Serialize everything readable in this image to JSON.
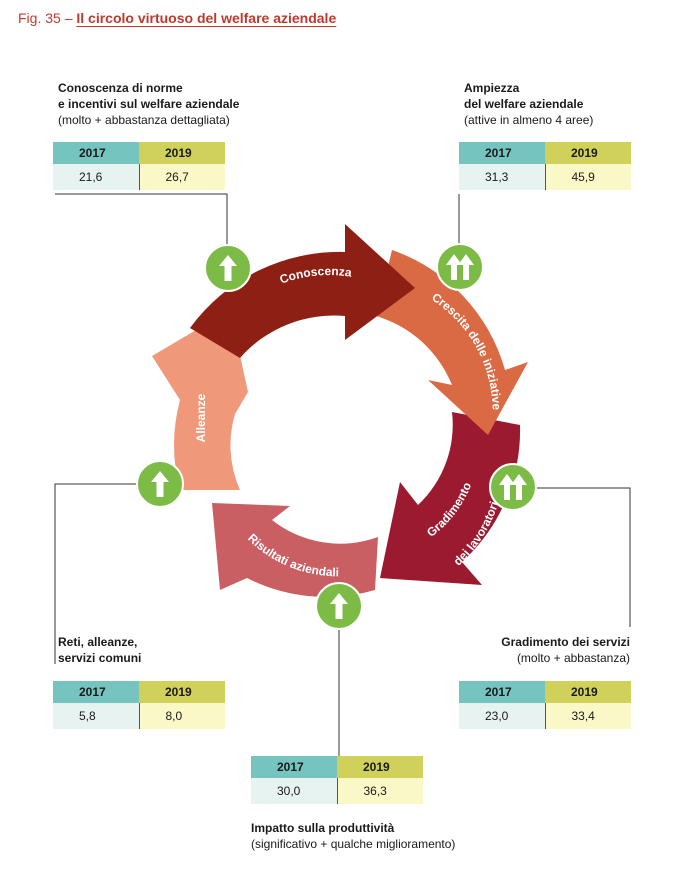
{
  "figure": {
    "number": "Fig. 35 –",
    "title": "Il circolo virtuoso del welfare aziendale"
  },
  "cycle": {
    "stages": [
      "Conoscenza",
      "Crescita delle iniziative",
      "Gradimento",
      "dei lavoratori",
      "Risultati aziendali",
      "Alleanze"
    ]
  },
  "indicators": [
    {
      "id": "conoscenza",
      "title_lines": [
        "Conoscenza di norme",
        "e incentivi sul welfare aziendale"
      ],
      "subtitle": "(molto + abbastanza dettagliata)",
      "headers": [
        "2017",
        "2019"
      ],
      "values": [
        "21,6",
        "26,7"
      ],
      "trend": "single-up"
    },
    {
      "id": "ampiezza",
      "title_lines": [
        "Ampiezza",
        "del welfare aziendale"
      ],
      "subtitle": "(attive in almeno 4 aree)",
      "headers": [
        "2017",
        "2019"
      ],
      "values": [
        "31,3",
        "45,9"
      ],
      "trend": "double-up"
    },
    {
      "id": "gradimento",
      "title_lines": [
        "Gradimento dei servizi"
      ],
      "subtitle": "(molto + abbastanza)",
      "headers": [
        "2017",
        "2019"
      ],
      "values": [
        "23,0",
        "33,4"
      ],
      "trend": "double-up"
    },
    {
      "id": "impatto",
      "title_lines": [
        "Impatto sulla produttività"
      ],
      "subtitle": "(significativo + qualche miglioramento)",
      "headers": [
        "2017",
        "2019"
      ],
      "values": [
        "30,0",
        "36,3"
      ],
      "trend": "single-up"
    },
    {
      "id": "reti",
      "title_lines": [
        "Reti, alleanze,",
        "servizi comuni"
      ],
      "subtitle": "",
      "headers": [
        "2017",
        "2019"
      ],
      "values": [
        "5,8",
        "8,0"
      ],
      "trend": "single-up"
    }
  ],
  "colors": {
    "conoscenza": "#8e1f14",
    "crescita": "#d96a43",
    "gradimento": "#9b1a30",
    "risultati": "#c95e63",
    "alleanze": "#f0987a",
    "badge": "#7cbb46",
    "title": "#c0392b"
  }
}
